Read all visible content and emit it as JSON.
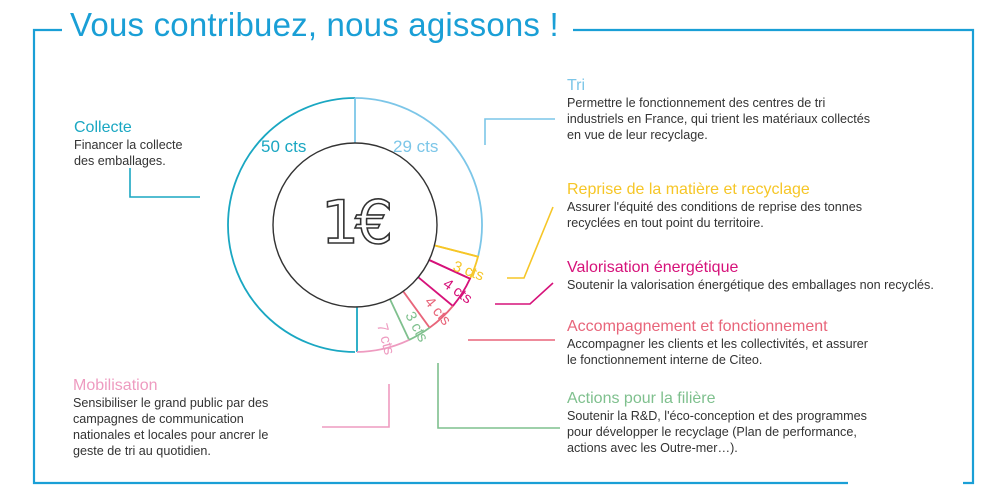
{
  "title": "Vous contribuez, nous agissons !",
  "center": "1€",
  "colors": {
    "frame": "#1a9fd6",
    "collecte": "#1aa7c2",
    "tri": "#7cc6e8",
    "reprise": "#f6c627",
    "valorisation": "#d6127a",
    "accompagnement": "#e8657a",
    "actions": "#7fc08e",
    "mobilisation": "#ee9bc0"
  },
  "slices": [
    {
      "label": "50 cts",
      "color": "#1aa7c2"
    },
    {
      "label": "29 cts",
      "color": "#7cc6e8"
    },
    {
      "label": "3 cts",
      "color": "#f6c627"
    },
    {
      "label": "4 cts",
      "color": "#d6127a"
    },
    {
      "label": "4 cts",
      "color": "#e8657a"
    },
    {
      "label": "3 cts",
      "color": "#7fc08e"
    },
    {
      "label": "7 cts",
      "color": "#ee9bc0"
    }
  ],
  "blocks": {
    "collecte": {
      "title": "Collecte",
      "lines": [
        "Financer la collecte",
        "des emballages."
      ]
    },
    "tri": {
      "title": "Tri",
      "lines": [
        "Permettre le fonctionnement des centres de tri",
        "industriels en France, qui trient les matériaux collectés",
        "en vue de leur recyclage."
      ]
    },
    "reprise": {
      "title": "Reprise de la matière et recyclage",
      "lines": [
        "Assurer l'équité des conditions de reprise des tonnes",
        "recyclées en tout point du territoire."
      ]
    },
    "valorisation": {
      "title": "Valorisation énergétique",
      "lines": [
        "Soutenir la valorisation énergétique des emballages non recyclés."
      ]
    },
    "accompagnement": {
      "title": "Accompagnement et fonctionnement",
      "lines": [
        "Accompagner les clients et les collectivités, et assurer",
        "le fonctionnement interne de Citeo."
      ]
    },
    "actions": {
      "title": "Actions pour la filière",
      "lines": [
        "Soutenir la R&D, l'éco-conception et des programmes",
        "pour développer le recyclage (Plan de performance,",
        "actions avec les Outre-mer…)."
      ]
    },
    "mobilisation": {
      "title": "Mobilisation",
      "lines": [
        "Sensibiliser le grand public par des",
        "campagnes de communication",
        "nationales et locales pour ancrer le",
        "geste de tri au quotidien."
      ]
    }
  },
  "chart_data": {
    "type": "pie",
    "title": "Vous contribuez, nous agissons !",
    "center_label": "1€",
    "unit": "cts",
    "categories": [
      "Collecte",
      "Tri",
      "Reprise de la matière et recyclage",
      "Valorisation énergétique",
      "Accompagnement et fonctionnement",
      "Actions pour la filière",
      "Mobilisation"
    ],
    "values": [
      50,
      29,
      3,
      4,
      4,
      3,
      7
    ],
    "labels": [
      "50 cts",
      "29 cts",
      "3 cts",
      "4 cts",
      "4 cts",
      "3 cts",
      "7 cts"
    ],
    "colors": [
      "#1aa7c2",
      "#7cc6e8",
      "#f6c627",
      "#d6127a",
      "#e8657a",
      "#7fc08e",
      "#ee9bc0"
    ],
    "donut": true,
    "legend": "callout labels around chart"
  }
}
